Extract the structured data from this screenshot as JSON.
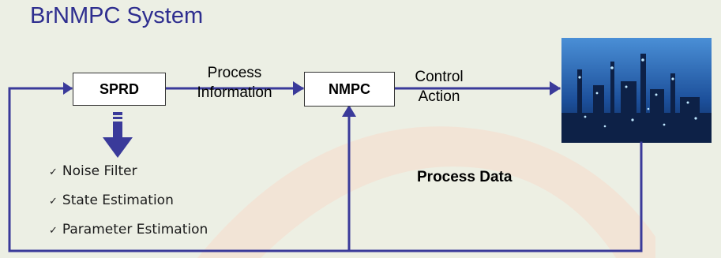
{
  "title": "BrNMPC System",
  "boxes": {
    "sprd": "SPRD",
    "nmpc": "NMPC"
  },
  "labels": {
    "process_information_line1": "Process",
    "process_information_line2": "Information",
    "control_action_line1": "Control",
    "control_action_line2": "Action",
    "process_data": "Process Data"
  },
  "checklist": [
    "Noise Filter",
    "State Estimation",
    "Parameter Estimation"
  ],
  "check_glyph": "✓",
  "colors": {
    "background": "#ecefe4",
    "title": "#2e2e8f",
    "arrow": "#3a3a9a",
    "watermark": "#f2dcc8"
  }
}
